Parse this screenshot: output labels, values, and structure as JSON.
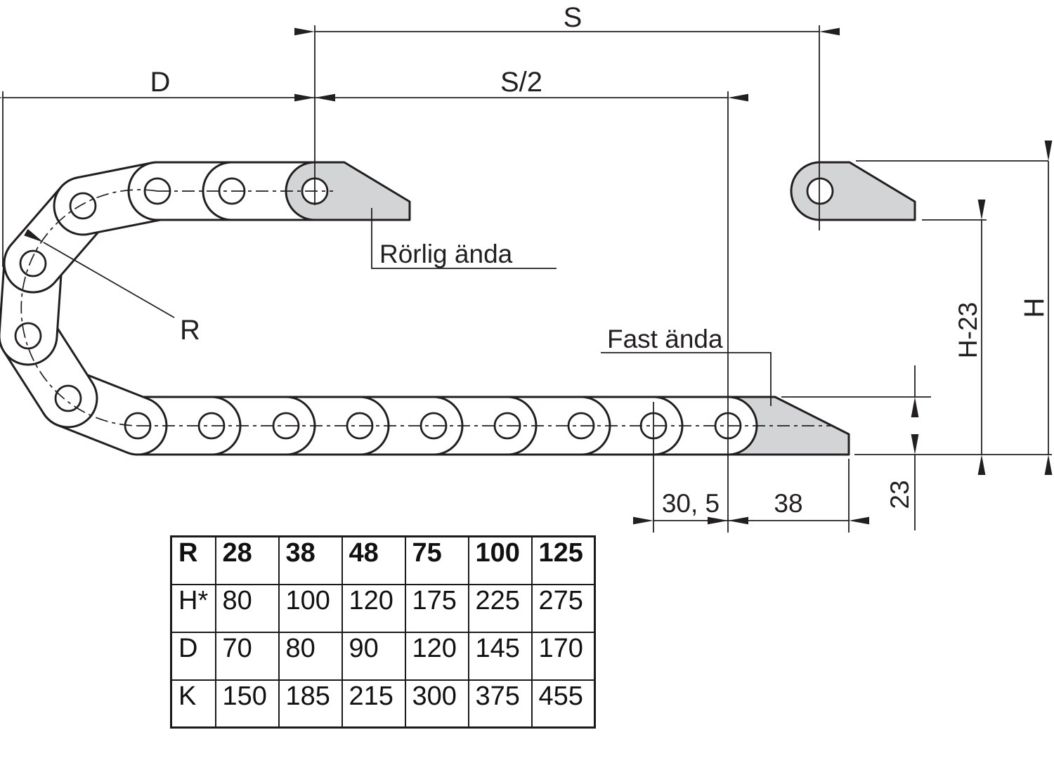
{
  "diagram": {
    "dim_s": "S",
    "dim_s2": "S/2",
    "dim_d": "D",
    "dim_r": "R",
    "dim_h": "H",
    "dim_h23": "H-23",
    "dim_23": "23",
    "dim_30_5": "30, 5",
    "dim_38": "38",
    "label_movable_end": "Rörlig ända",
    "label_fixed_end": "Fast ända",
    "colors": {
      "line": "#231f20",
      "bracket_fill": "#d3d4d6"
    }
  },
  "table": {
    "rows": [
      {
        "label": "R",
        "values": [
          "28",
          "38",
          "48",
          "75",
          "100",
          "125"
        ]
      },
      {
        "label": "H*",
        "values": [
          "80",
          "100",
          "120",
          "175",
          "225",
          "275"
        ]
      },
      {
        "label": "D",
        "values": [
          "70",
          "80",
          "90",
          "120",
          "145",
          "170"
        ]
      },
      {
        "label": "K",
        "values": [
          "150",
          "185",
          "215",
          "300",
          "375",
          "455"
        ]
      }
    ]
  }
}
